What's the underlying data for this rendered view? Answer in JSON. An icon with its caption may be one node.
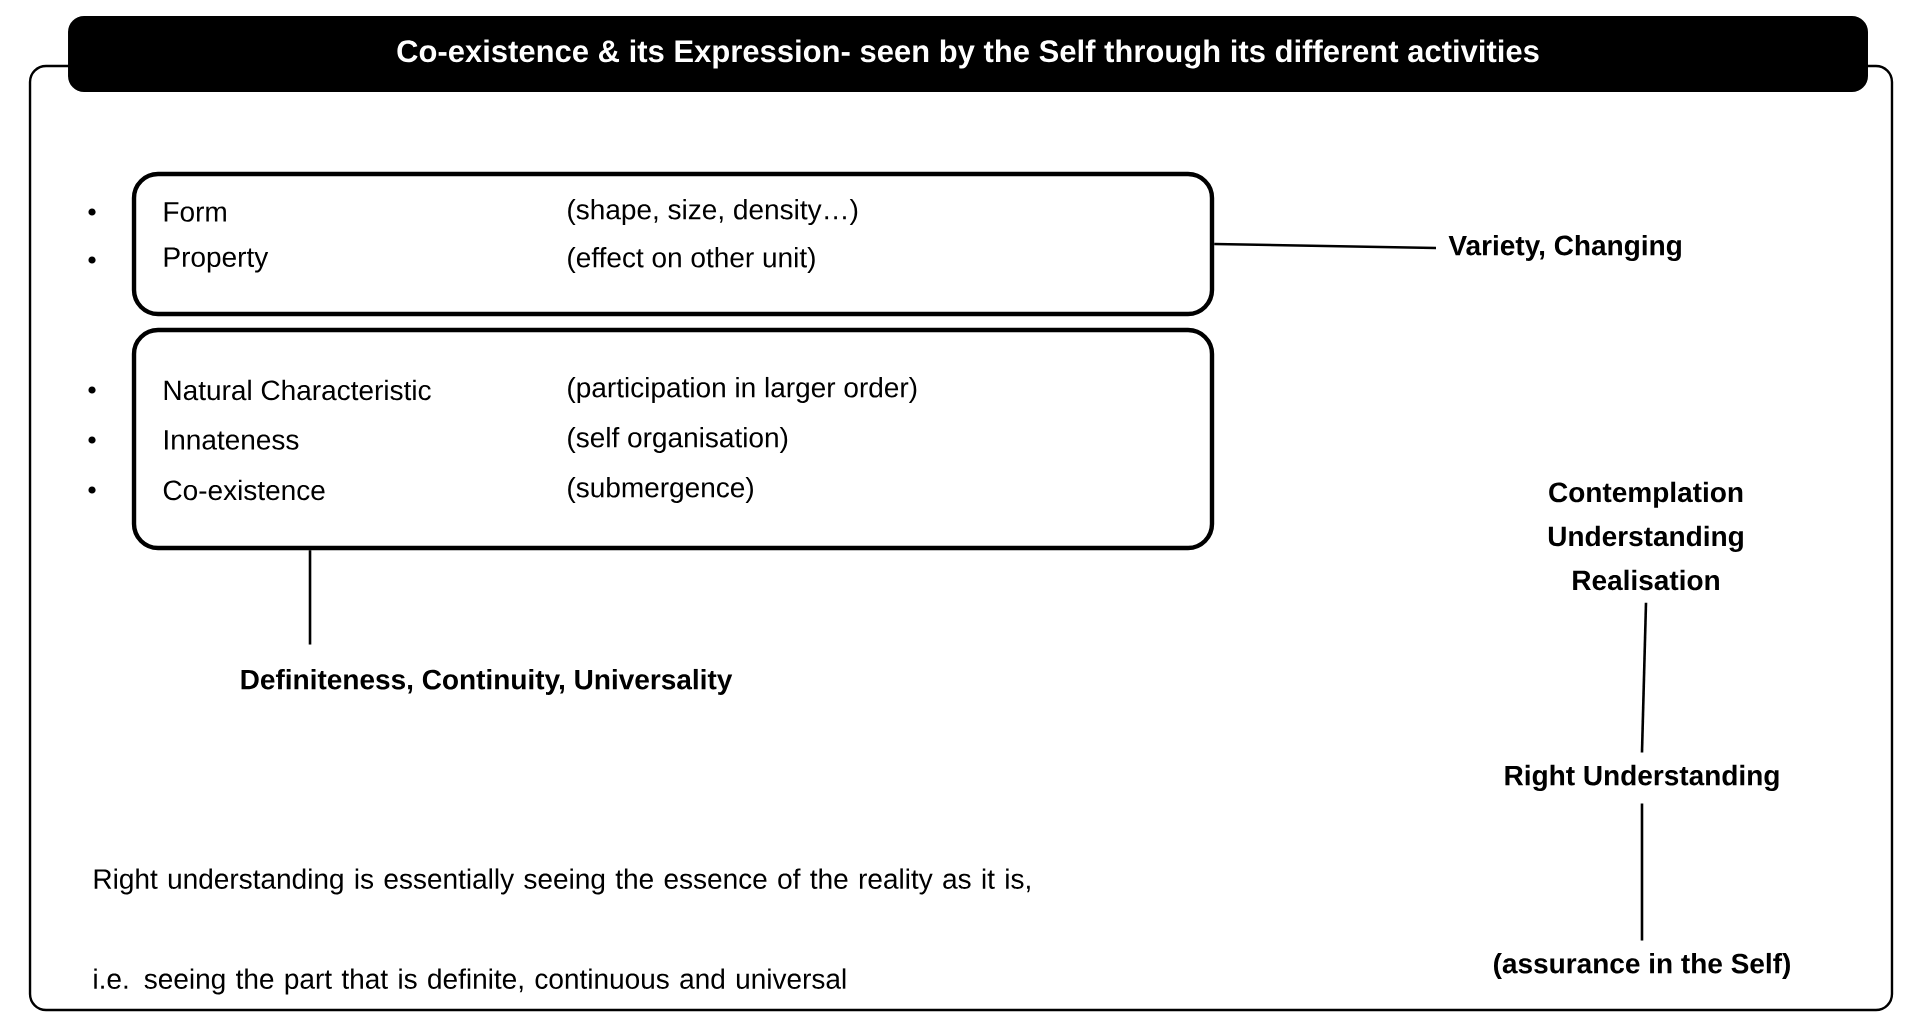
{
  "diagram": {
    "title": "Co-existence & its Expression- seen by the Self through its different activities",
    "nodes": [
      {
        "text": [
          "Form",
          "(shape, size, density…)",
          "Property",
          "(effect on other unit)"
        ]
      },
      {
        "text": [
          "Variety, Changing"
        ]
      },
      {
        "text": [
          "Natural Characteristic",
          "(participation in larger order)",
          "Innateness",
          "(self organisation)",
          "Co-existence",
          "(submergence)"
        ]
      },
      {
        "text": [
          "Definiteness, Continuity, Universality"
        ]
      },
      {
        "text": [
          "Contemplation Understanding Realisation"
        ]
      },
      {
        "text": [
          "Right Understanding"
        ]
      },
      {
        "text": [
          "(assurance in the Self)"
        ]
      }
    ],
    "edges": [
      {
        "from": 0,
        "to": 1,
        "arrow": "none"
      },
      {
        "from": 2,
        "to": 3,
        "arrow": "none"
      },
      {
        "from": 4,
        "to": 5,
        "arrow": "none"
      },
      {
        "from": 5,
        "to": 6,
        "arrow": "none"
      }
    ],
    "labels": [
      "Right understanding is essentially seeing the essence of the reality as it is,",
      "i.e. seeing the part that is definite, continuous and universal"
    ]
  }
}
